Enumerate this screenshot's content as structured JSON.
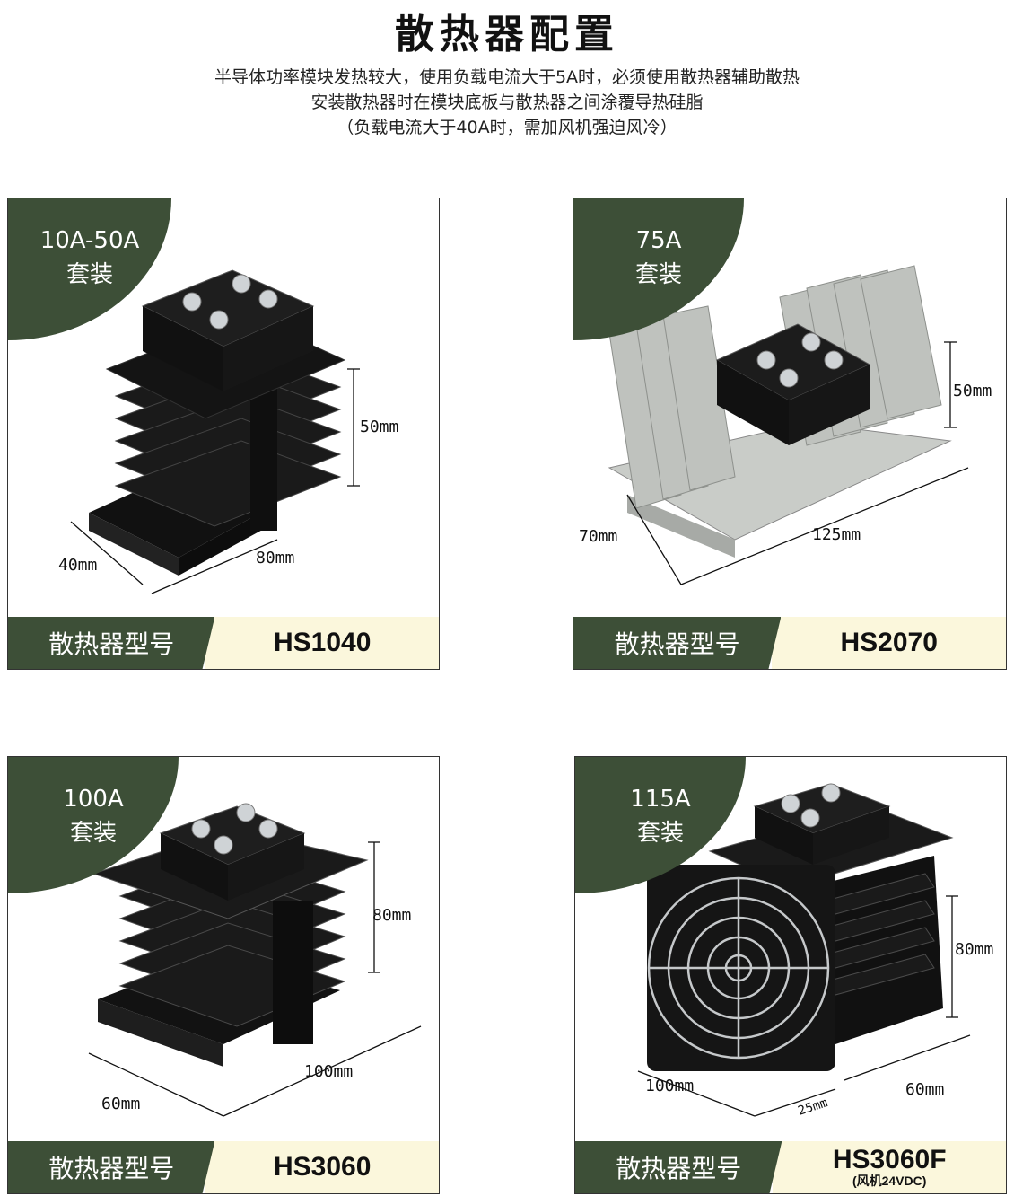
{
  "title": "散热器配置",
  "intro": [
    "半导体功率模块发热较大，使用负载电流大于5A时，必须使用散热器辅助散热",
    "安装散热器时在模块底板与散热器之间涂覆导热硅脂",
    "（负载电流大于40A时，需加风机强迫风冷）"
  ],
  "colors": {
    "badge": "#3d4f37",
    "value_bg": "#fbf7dc",
    "fin_black": "#1c1c1c",
    "fin_silver": "#b9bcb8"
  },
  "cards": [
    {
      "badge_line1": "10A-50A",
      "badge_line2": "套装",
      "label": "散热器型号",
      "model": "HS1040",
      "model_note": "",
      "dims": {
        "d1": "50mm",
        "d2": "80mm",
        "d3": "40mm"
      }
    },
    {
      "badge_line1": "75A",
      "badge_line2": "套装",
      "label": "散热器型号",
      "model": "HS2070",
      "model_note": "",
      "dims": {
        "d1": "50mm",
        "d2": "125mm",
        "d3": "70mm"
      }
    },
    {
      "badge_line1": "100A",
      "badge_line2": "套装",
      "label": "散热器型号",
      "model": "HS3060",
      "model_note": "",
      "dims": {
        "d1": "80mm",
        "d2": "100mm",
        "d3": "60mm"
      }
    },
    {
      "badge_line1": "115A",
      "badge_line2": "套装",
      "label": "散热器型号",
      "model": "HS3060F",
      "model_note": "(风机24VDC)",
      "dims": {
        "d1": "80mm",
        "d2": "100mm",
        "d3": "60mm",
        "d4": "25mm"
      }
    }
  ]
}
